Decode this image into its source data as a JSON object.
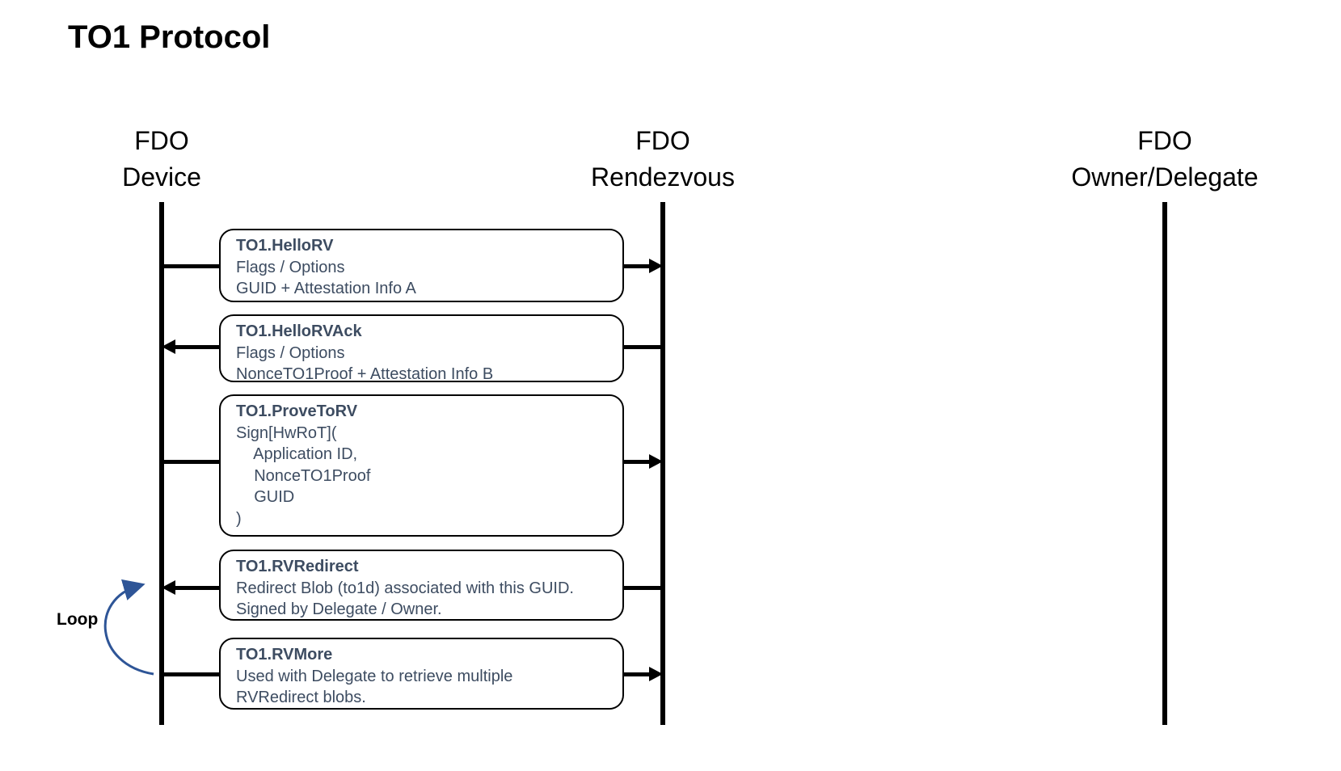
{
  "title": "TO1 Protocol",
  "actors": [
    {
      "id": "device",
      "line1": "FDO",
      "line2": "Device"
    },
    {
      "id": "rendezvous",
      "line1": "FDO",
      "line2": "Rendezvous"
    },
    {
      "id": "owner",
      "line1": "FDO",
      "line2": "Owner/Delegate"
    }
  ],
  "messages": [
    {
      "title": "TO1.HelloRV",
      "lines": [
        "Flags / Options",
        "GUID + Attestation Info A"
      ],
      "from": "FDO Device",
      "to": "FDO Rendezvous",
      "direction": "right"
    },
    {
      "title": "TO1.HelloRVAck",
      "lines": [
        "Flags / Options",
        "NonceTO1Proof + Attestation Info B"
      ],
      "from": "FDO Rendezvous",
      "to": "FDO Device",
      "direction": "left"
    },
    {
      "title": "TO1.ProveToRV",
      "lines": [
        "Sign[HwRoT](",
        "    Application ID,",
        "    NonceTO1Proof",
        "    GUID",
        ")"
      ],
      "from": "FDO Device",
      "to": "FDO Rendezvous",
      "direction": "right"
    },
    {
      "title": "TO1.RVRedirect",
      "lines": [
        "Redirect Blob (to1d) associated with this GUID.",
        "Signed by Delegate / Owner."
      ],
      "from": "FDO Rendezvous",
      "to": "FDO Device",
      "direction": "left"
    },
    {
      "title": "TO1.RVMore",
      "lines": [
        "Used with Delegate to retrieve multiple",
        "RVRedirect blobs."
      ],
      "from": "FDO Device",
      "to": "FDO Rendezvous",
      "direction": "right"
    }
  ],
  "loop": {
    "label": "Loop"
  },
  "colors": {
    "box_text": "#3d4c61",
    "line": "#000000",
    "loop_arrow": "#2e5597"
  }
}
